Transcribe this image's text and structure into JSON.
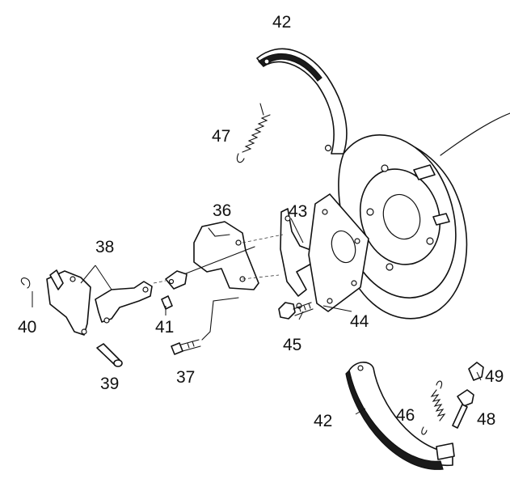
{
  "callouts": [
    {
      "id": "42a",
      "text": "42"
    },
    {
      "id": "47",
      "text": "47"
    },
    {
      "id": "36",
      "text": "36"
    },
    {
      "id": "43",
      "text": "43"
    },
    {
      "id": "38",
      "text": "38"
    },
    {
      "id": "40",
      "text": "40"
    },
    {
      "id": "41",
      "text": "41"
    },
    {
      "id": "39",
      "text": "39"
    },
    {
      "id": "37",
      "text": "37"
    },
    {
      "id": "45",
      "text": "45"
    },
    {
      "id": "44",
      "text": "44"
    },
    {
      "id": "49",
      "text": "49"
    },
    {
      "id": "42b",
      "text": "42"
    },
    {
      "id": "46",
      "text": "46"
    },
    {
      "id": "48",
      "text": "48"
    }
  ]
}
